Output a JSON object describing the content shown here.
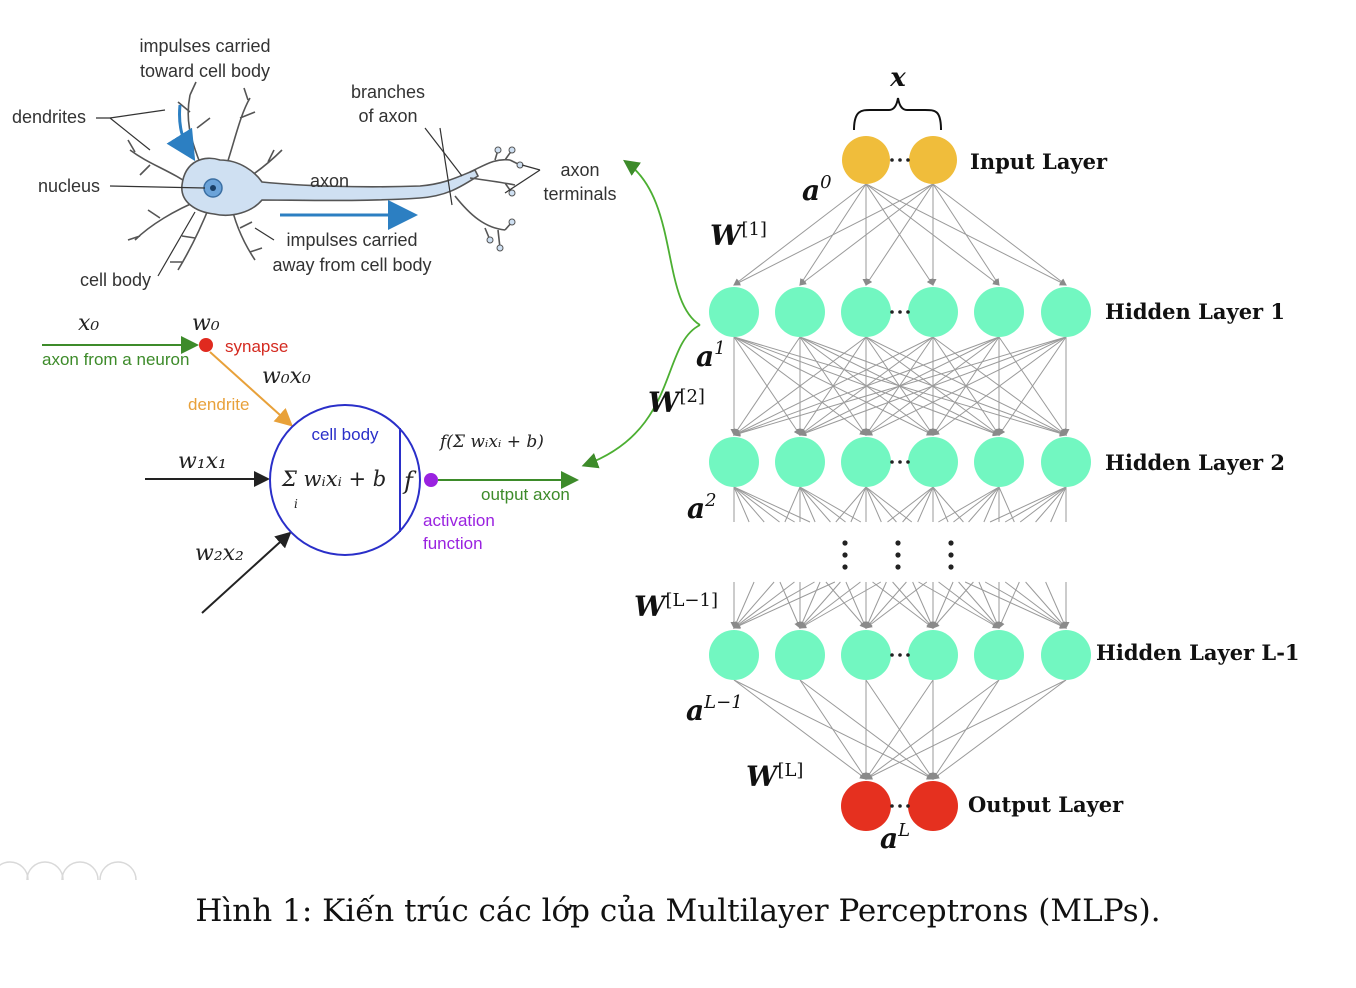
{
  "neuron": {
    "labels": {
      "impulses_toward_1": "impulses carried",
      "impulses_toward_2": "toward cell body",
      "dendrites": "dendrites",
      "nucleus": "nucleus",
      "cell_body": "cell body",
      "axon": "axon",
      "branches_1": "branches",
      "branches_2": "of axon",
      "terminals_1": "axon",
      "terminals_2": "terminals",
      "impulses_away_1": "impulses carried",
      "impulses_away_2": "away from cell body"
    }
  },
  "perceptron": {
    "x0": "x₀",
    "w0": "w₀",
    "synapse": "synapse",
    "axon_from_neuron": "axon from a neuron",
    "w0x0": "w₀x₀",
    "dendrite": "dendrite",
    "cell_body": "cell body",
    "sum_expr": "Σ wᵢxᵢ + b",
    "sum_index": "i",
    "f": "f",
    "f_output_expr": "f(Σ wᵢxᵢ + b)",
    "w1x1": "w₁x₁",
    "w2x2": "w₂x₂",
    "output_axon": "output axon",
    "activation_1": "activation",
    "activation_2": "function"
  },
  "network": {
    "x_label": "x",
    "layers": {
      "input": "Input Layer",
      "hidden1": "Hidden Layer 1",
      "hidden2": "Hidden Layer 2",
      "hiddenL1": "Hidden Layer L-1",
      "output": "Output Layer"
    },
    "activations": {
      "a0_base": "a",
      "a0_sup": "0",
      "a1_base": "a",
      "a1_sup": "1",
      "a2_base": "a",
      "a2_sup": "2",
      "aL1_base": "a",
      "aL1_sup": "L−1",
      "aL_base": "a",
      "aL_sup": "L"
    },
    "weights": {
      "W1_base": "W",
      "W1_sup": "[1]",
      "W2_base": "W",
      "W2_sup": "[2]",
      "WL1_base": "W",
      "WL1_sup": "[L−1]",
      "WL_base": "W",
      "WL_sup": "[L]"
    },
    "colors": {
      "input_node": "#f0bd3b",
      "hidden_node": "#72f7c1",
      "output_node": "#e5301f",
      "edge": "#9a9a9a"
    }
  },
  "caption": "Hình 1: Kiến trúc các lớp của Multilayer Perceptrons (MLPs)."
}
